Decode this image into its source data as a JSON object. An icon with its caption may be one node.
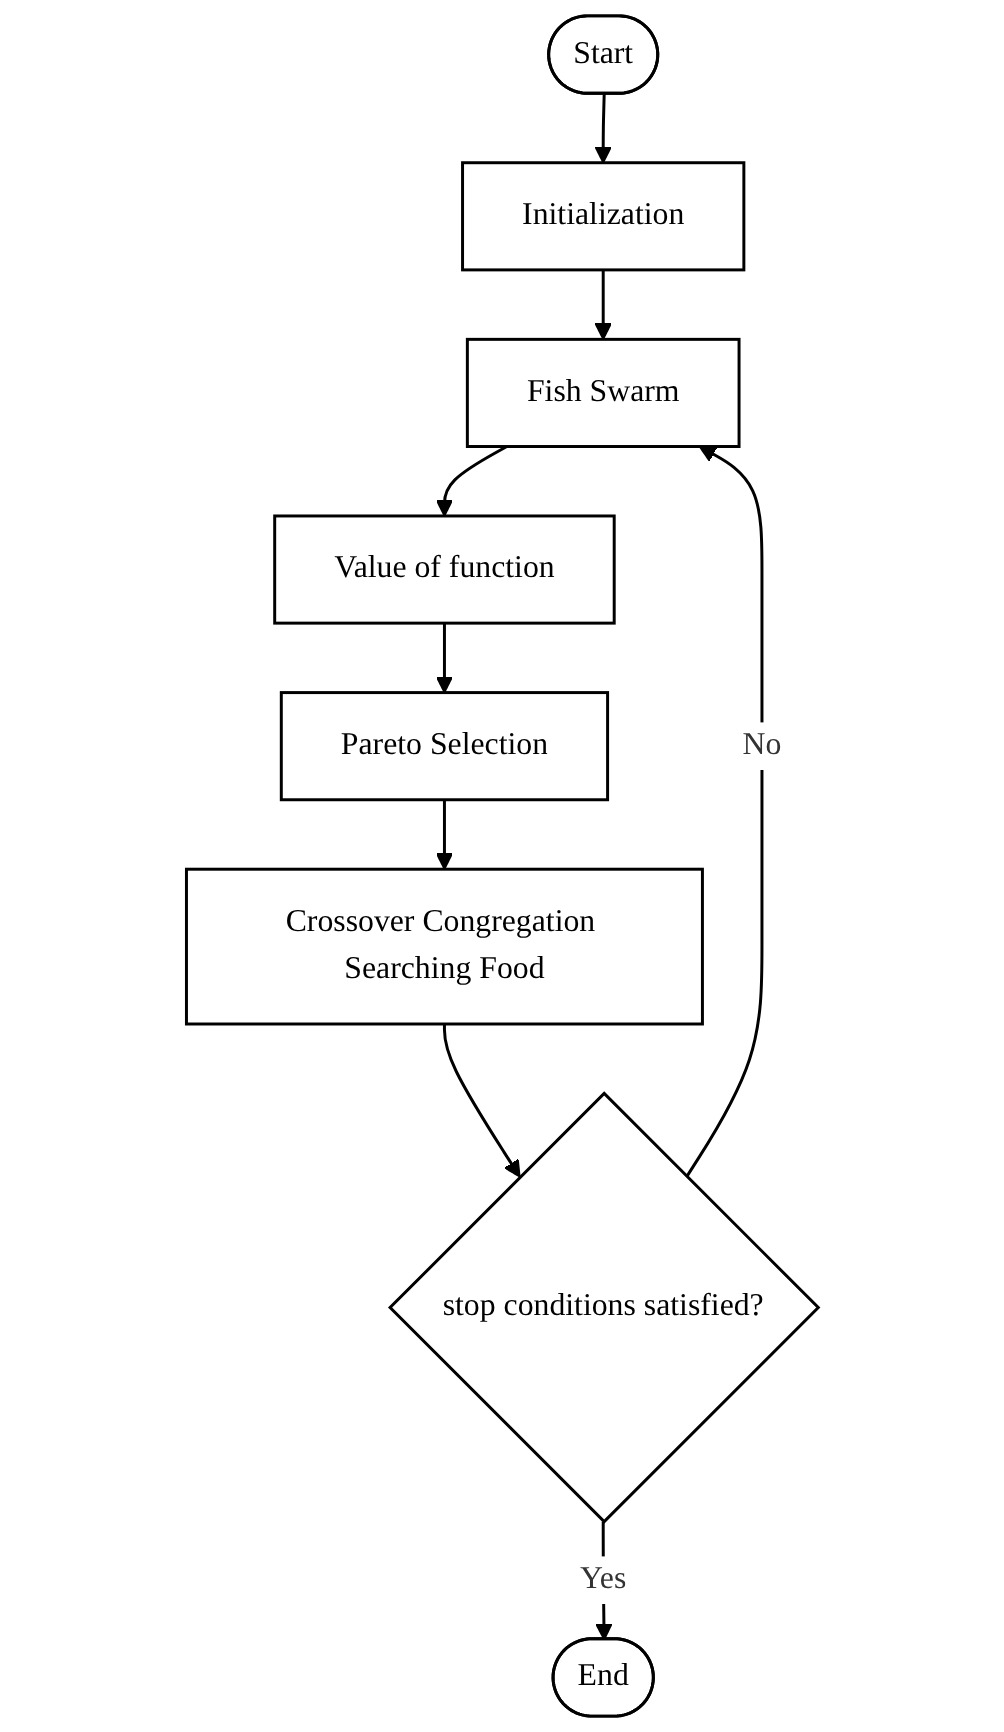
{
  "diagram": {
    "nodes": [
      {
        "text": [
          "Start"
        ]
      },
      {
        "text": [
          "Initialization"
        ]
      },
      {
        "text": [
          "Fish Swarm"
        ]
      },
      {
        "text": [
          "Value of function"
        ]
      },
      {
        "text": [
          "Pareto Selection"
        ]
      },
      {
        "text": [
          "Crossover Congregation Searching Food"
        ]
      },
      {
        "text": [
          "stop conditions satisfied?"
        ]
      },
      {
        "text": [
          "End"
        ]
      }
    ],
    "edges": [
      {
        "from": 0,
        "to": 1,
        "arrow": "to"
      },
      {
        "from": 1,
        "to": 2,
        "arrow": "to"
      },
      {
        "from": 2,
        "to": 3,
        "arrow": "to"
      },
      {
        "from": 3,
        "to": 4,
        "arrow": "to"
      },
      {
        "from": 4,
        "to": 5,
        "arrow": "to"
      },
      {
        "from": 5,
        "to": 6,
        "arrow": "to"
      },
      {
        "from": 6,
        "to": 2,
        "arrow": "to",
        "label": "No"
      },
      {
        "from": 6,
        "to": 7,
        "arrow": "to",
        "label": "Yes"
      }
    ]
  }
}
